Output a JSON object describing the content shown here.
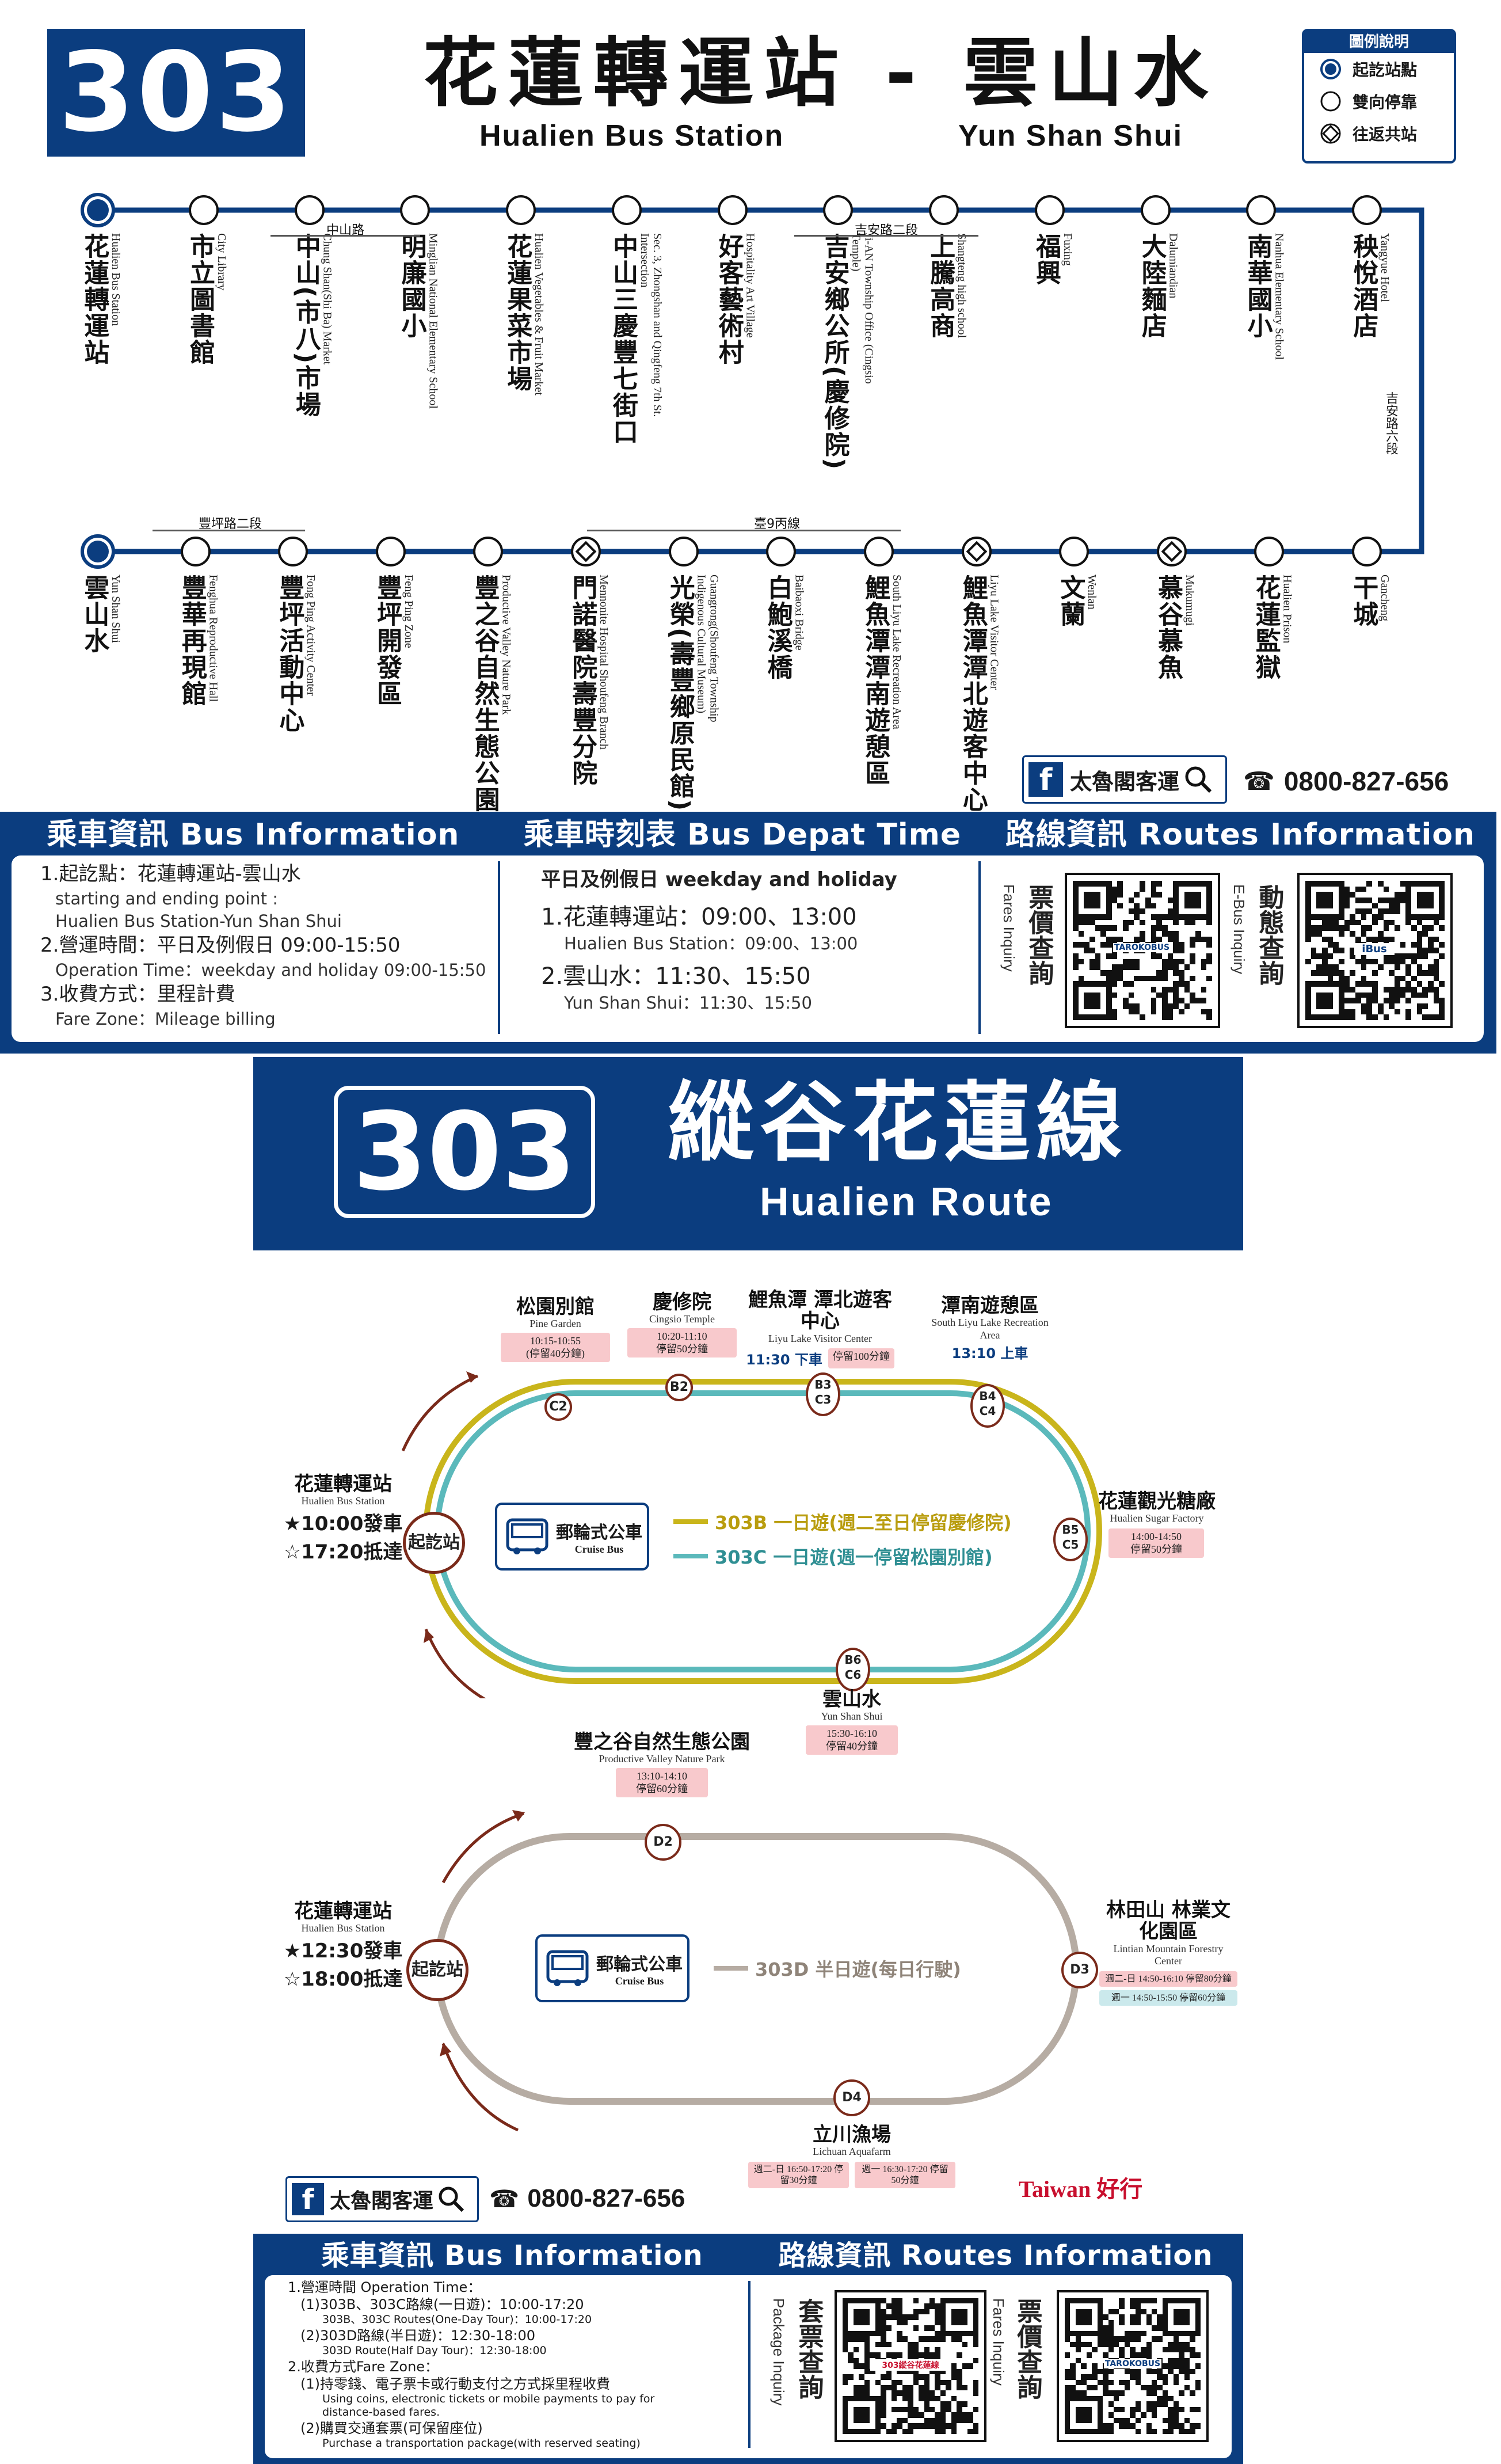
{
  "header": {
    "route_number": "303",
    "title_zh": "花蓮轉運站 - 雲山水",
    "from_en": "Hualien Bus Station",
    "to_en": "Yun Shan Shui",
    "legend": {
      "title": "圖例說明",
      "items": [
        {
          "icon": "terminal-stop-icon",
          "label": "起訖站點"
        },
        {
          "icon": "two-way-stop-icon",
          "label": "雙向停靠"
        },
        {
          "icon": "shared-stop-icon",
          "label": "往返共站"
        }
      ]
    }
  },
  "route_map": {
    "top_roads": [
      {
        "label": "中山路"
      },
      {
        "label": "吉安路二段"
      }
    ],
    "right_road": "吉安路六段",
    "bottom_roads": [
      {
        "label": "豐坪路二段"
      },
      {
        "label": "臺9丙線"
      }
    ],
    "top_stops": [
      {
        "zh": "花蓮轉運站",
        "en": "Hualien Bus Station",
        "type": "terminal"
      },
      {
        "zh": "市立圖書館",
        "en": "City Library",
        "type": "two-way"
      },
      {
        "zh": "中山(市八)市場",
        "en": "Chung Shan(Shi Ba) Market",
        "type": "two-way"
      },
      {
        "zh": "明廉國小",
        "en": "Minglian National Elementary School",
        "type": "two-way"
      },
      {
        "zh": "花蓮果菜市場",
        "en": "Hualien Vegetables & Fruit Market",
        "type": "two-way"
      },
      {
        "zh": "中山三慶豐七街口",
        "en": "Sec. 3, Zhongshan and Qingfeng 7th St. Intersection",
        "type": "two-way"
      },
      {
        "zh": "好客藝術村",
        "en": "Hospitality Art Village",
        "type": "two-way"
      },
      {
        "zh": "吉安鄉公所(慶修院)",
        "en": "Ji-AN Township Office (Cingsio Temple)",
        "type": "two-way"
      },
      {
        "zh": "上騰高商",
        "en": "Shangteng high school",
        "type": "two-way"
      },
      {
        "zh": "福興",
        "en": "Fuxing",
        "type": "two-way"
      },
      {
        "zh": "大陸麵店",
        "en": "Dalumiandian",
        "type": "two-way"
      },
      {
        "zh": "南華國小",
        "en": "Nanhua Elementary School",
        "type": "two-way"
      },
      {
        "zh": "秧悅酒店",
        "en": "Yangyue Hotel",
        "type": "two-way"
      }
    ],
    "bottom_stops": [
      {
        "zh": "雲山水",
        "en": "Yun Shan Shui",
        "type": "terminal"
      },
      {
        "zh": "豐華再現館",
        "en": "Fenghua Reproductive Hall",
        "type": "two-way"
      },
      {
        "zh": "豐坪活動中心",
        "en": "Fong Ping Activity Center",
        "type": "two-way"
      },
      {
        "zh": "豐坪開發區",
        "en": "Feng Ping Zone",
        "type": "two-way"
      },
      {
        "zh": "豐之谷自然生態公園",
        "en": "Productive Valley Nature Park",
        "type": "two-way"
      },
      {
        "zh": "門諾醫院壽豐分院",
        "en": "Mennonite Hospital Shoufeng Branch",
        "type": "shared"
      },
      {
        "zh": "光榮(壽豐鄉原民館)",
        "en": "Guangrong(Shoufeng Township Indigenous Cultural Museum)",
        "type": "two-way"
      },
      {
        "zh": "白鮑溪橋",
        "en": "Baibaoxi Bridge",
        "type": "two-way"
      },
      {
        "zh": "鯉魚潭潭南遊憩區",
        "en": "South Liyu Lake Recreation Area",
        "type": "two-way"
      },
      {
        "zh": "鯉魚潭潭北遊客中心",
        "en": "Liyu Lake Visitor Center",
        "type": "shared"
      },
      {
        "zh": "文蘭",
        "en": "Wenlan",
        "type": "two-way"
      },
      {
        "zh": "慕谷慕魚",
        "en": "Mukumugi",
        "type": "shared"
      },
      {
        "zh": "花蓮監獄",
        "en": "Hualien Prison",
        "type": "two-way"
      },
      {
        "zh": "干城",
        "en": "Gancheng",
        "type": "two-way"
      }
    ],
    "contact": {
      "fb": "太魯閣客運",
      "phone": "0800-827-656"
    }
  },
  "info_panel_1": {
    "headers": [
      "乘車資訊 Bus Information",
      "乘車時刻表 Bus Depat Time",
      "路線資訊 Routes Information"
    ],
    "bus_info": [
      "1.起訖點：花蓮轉運站-雲山水",
      "starting and ending point :",
      "Hualien Bus Station-Yun Shan Shui",
      "2.營運時間：平日及例假日 09:00-15:50",
      "Operation Time：weekday and holiday 09:00-15:50",
      "3.收費方式：里程計費",
      "Fare Zone：Mileage billing"
    ],
    "timetable": [
      "平日及例假日 weekday and holiday",
      "1.花蓮轉運站：09:00、13:00",
      "Hualien Bus Station：09:00、13:00",
      "2.雲山水：11:30、15:50",
      "Yun Shan Shui：11:30、15:50"
    ],
    "qr_labels": [
      {
        "zh": "票價查詢",
        "en": "Fares Inquiry",
        "qr_caption": "TAROKOBUS"
      },
      {
        "zh": "動態查詢",
        "en": "E-Bus Inquiry",
        "qr_caption": "iBus"
      }
    ]
  },
  "route_banner": {
    "number": "303",
    "title_zh": "縱谷花蓮線",
    "title_en": "Hualien Route"
  },
  "loop_303bc": {
    "origin": {
      "zh": "花蓮轉運站",
      "en": "Hualien Bus Station",
      "depart": "★10:00發車",
      "arrive": "☆17:20抵達",
      "badge": "起訖站"
    },
    "bus": {
      "zh": "郵輪式公車",
      "en": "Cruise Bus"
    },
    "legend": [
      {
        "label": "303B 一日遊(週二至日停留慶修院)",
        "color": "#c9b51b"
      },
      {
        "label": "303C 一日遊(週一停留松園別館)",
        "color": "#5bb9bb"
      }
    ],
    "stops": [
      {
        "code": "C2",
        "zh": "松園別館",
        "en": "Pine Garden",
        "times": [
          "10:15-10:55",
          "(停留40分鐘)"
        ]
      },
      {
        "code": "B2",
        "zh": "慶修院",
        "en": "Cingsio Temple",
        "times": [
          "10:20-11:10",
          "停留50分鐘"
        ]
      },
      {
        "code": "B3 C3",
        "zh": "鯉魚潭 潭北遊客中心",
        "en": "Liyu Lake Visitor Center",
        "times": [
          "11:30 下車",
          "停留100分鐘"
        ]
      },
      {
        "code": "B4 C4",
        "zh": "潭南遊憩區",
        "en": "South Liyu Lake Recreation Area",
        "times": [
          "13:10 上車"
        ]
      },
      {
        "code": "B5 C5",
        "zh": "花蓮觀光糖廠",
        "en": "Hualien Sugar Factory",
        "times": [
          "14:00-14:50",
          "停留50分鐘"
        ]
      },
      {
        "code": "B6 C6",
        "zh": "雲山水",
        "en": "Yun Shan Shui",
        "times": [
          "15:30-16:10",
          "停留40分鐘"
        ]
      }
    ]
  },
  "loop_303d": {
    "origin": {
      "zh": "花蓮轉運站",
      "en": "Hualien Bus Station",
      "depart": "★12:30發車",
      "arrive": "☆18:00抵達",
      "badge": "起訖站"
    },
    "bus": {
      "zh": "郵輪式公車",
      "en": "Cruise Bus"
    },
    "legend": [
      {
        "label": "303D 半日遊(每日行駛)",
        "color": "#b6aca3"
      }
    ],
    "stops": [
      {
        "code": "D2",
        "zh": "豐之谷自然生態公園",
        "en": "Productive Valley Nature Park",
        "times": [
          "13:10-14:10",
          "停留60分鐘"
        ]
      },
      {
        "code": "D3",
        "zh": "林田山 林業文化園區",
        "en": "Lintian Mountain Forestry Center",
        "times": [
          "週二-日 14:50-16:10 停留80分鐘",
          "週一 14:50-15:50 停留60分鐘"
        ]
      },
      {
        "code": "D4",
        "zh": "立川漁場",
        "en": "Lichuan Aquafarm",
        "times": [
          "週二-日 16:50-17:20 停留30分鐘",
          "週一 16:30-17:20 停留50分鐘"
        ]
      }
    ]
  },
  "contact_2": {
    "fb": "太魯閣客運",
    "phone": "0800-827-656",
    "brand": "Taiwan 好行"
  },
  "info_panel_2": {
    "headers": [
      "乘車資訊 Bus Information",
      "路線資訊 Routes Information"
    ],
    "lines": [
      "1.營運時間 Operation Time：",
      "(1)303B、303C路線(一日遊)：10:00-17:20",
      "303B、303C Routes(One-Day Tour)：10:00-17:20",
      "(2)303D路線(半日遊)：12:30-18:00",
      "303D Route(Half Day Tour)：12:30-18:00",
      "2.收費方式Fare Zone：",
      "(1)持零錢、電子票卡或行動支付之方式採里程收費",
      "Using coins, electronic tickets or mobile payments to pay for distance-based fares.",
      "(2)購買交通套票(可保留座位)",
      "Purchase a transportation package(with reserved seating)"
    ],
    "qr_labels": [
      {
        "zh": "套票查詢",
        "en": "Package Inquiry",
        "qr_caption": "303縱谷花蓮線"
      },
      {
        "zh": "票價查詢",
        "en": "Fares Inquiry",
        "qr_caption": "TAROKOBUS"
      }
    ]
  }
}
